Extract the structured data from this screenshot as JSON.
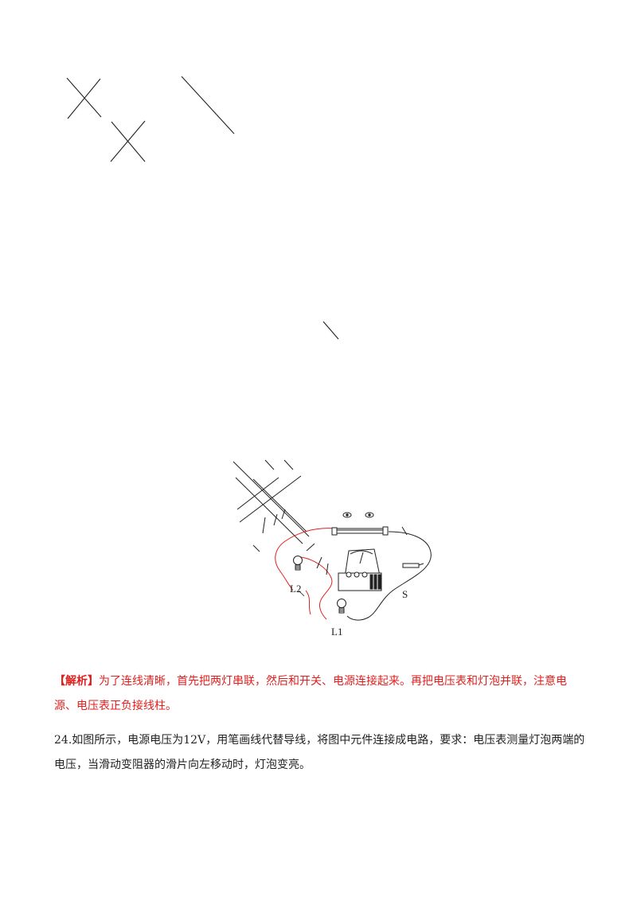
{
  "diagram": {
    "labels": {
      "l2": "L2",
      "l1": "L1",
      "s": "S"
    }
  },
  "analysis": {
    "tag": "【解析】",
    "text": "为了连线清晰，首先把两灯串联，然后和开关、电源连接起来。再把电压表和灯泡并联，注意电源、电压表正负接线柱。"
  },
  "question": {
    "number": "24.",
    "text": "如图所示，电源电压为12V，用笔画线代替导线，将图中元件连接成电路，要求：电压表测量灯泡两端的电压，当滑动变阻器的滑片向左移动时，灯泡变亮。"
  },
  "colors": {
    "wire_red": "#e0201e",
    "ink": "#222222"
  }
}
